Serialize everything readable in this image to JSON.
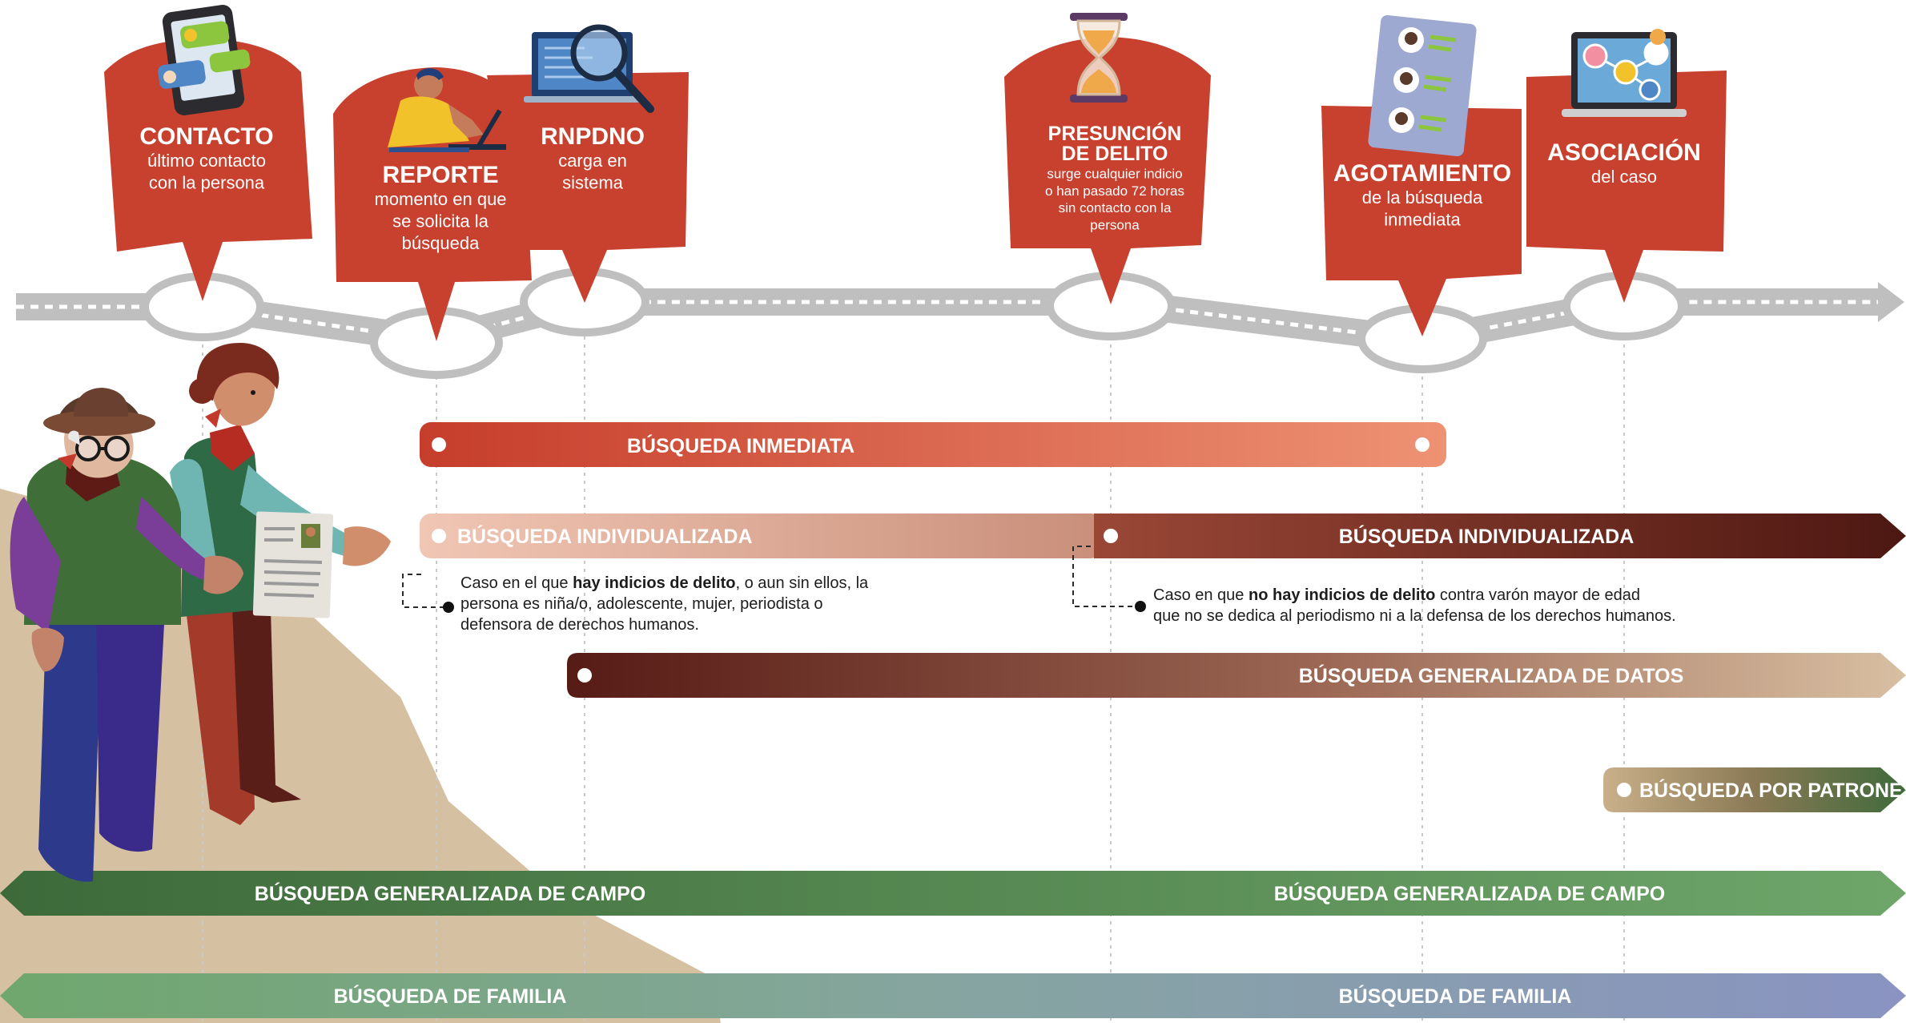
{
  "milestones": [
    {
      "id": "contacto",
      "title_lines": [
        "CONTACTO"
      ],
      "sub_lines": [
        "último contacto",
        "con la persona"
      ],
      "icon": "phone-chat-icon"
    },
    {
      "id": "reporte",
      "title_lines": [
        "REPORTE"
      ],
      "sub_lines": [
        "momento en que",
        "se solicita la",
        "búsqueda"
      ],
      "icon": "person-laptop-icon"
    },
    {
      "id": "rnpdno",
      "title_lines": [
        "RNPDNO"
      ],
      "sub_lines": [
        "carga en",
        "sistema"
      ],
      "icon": "screen-magnifier-icon"
    },
    {
      "id": "presuncion",
      "title_lines": [
        "PRESUNCIÓN",
        "DE DELITO"
      ],
      "sub_lines": [
        "surge cualquier indicio",
        "o han pasado 72 horas",
        "sin contacto con la",
        "persona"
      ],
      "icon": "hourglass-icon"
    },
    {
      "id": "agotamiento",
      "title_lines": [
        "AGOTAMIENTO"
      ],
      "sub_lines": [
        "de la búsqueda",
        "inmediata"
      ],
      "icon": "profiles-list-icon"
    },
    {
      "id": "asociacion",
      "title_lines": [
        "ASOCIACIÓN"
      ],
      "sub_lines": [
        "del caso"
      ],
      "icon": "network-monitor-icon"
    }
  ],
  "bars": {
    "inmediata": "BÚSQUEDA INMEDIATA",
    "individualizada_1": "BÚSQUEDA INDIVIDUALIZADA",
    "individualizada_2": "BÚSQUEDA INDIVIDUALIZADA",
    "generalizada_datos": "BÚSQUEDA GENERALIZADA DE DATOS",
    "patrones": "BÚSQUEDA POR PATRONES",
    "campo_1": "BÚSQUEDA GENERALIZADA DE CAMPO",
    "campo_2": "BÚSQUEDA GENERALIZADA DE CAMPO",
    "familia_1": "BÚSQUEDA DE FAMILIA",
    "familia_2": "BÚSQUEDA DE FAMILIA"
  },
  "notes": {
    "left": {
      "line1_pre": "Caso en el que ",
      "line1_bold": "hay indicios de delito",
      "line1_post": ", o aun sin ellos, la",
      "line2": "persona es niña/o, adolescente, mujer, periodista o",
      "line3": "defensora de derechos humanos."
    },
    "right": {
      "line1_pre": "Caso en que ",
      "line1_bold": "no hay indicios de delito",
      "line1_post": " contra varón mayor de edad",
      "line2": "que no se dedica al periodismo ni a la defensa de los derechos humanos."
    }
  },
  "colors": {
    "marker_red": "#c8402e",
    "road_gray": "#bdbdbd",
    "inmediata_start": "#c8402e",
    "inmediata_end": "#ea8c6c",
    "individual_light": "#e9b4a0",
    "individual_dark": "#5e1f17",
    "datos_dark": "#5a1e18",
    "datos_light": "#d4b89a",
    "patrones": "#a58d6a",
    "campo": "#4a7a45",
    "familia_start": "#74a875",
    "familia_end": "#8a93bd",
    "hill": "#d6c0a2"
  }
}
